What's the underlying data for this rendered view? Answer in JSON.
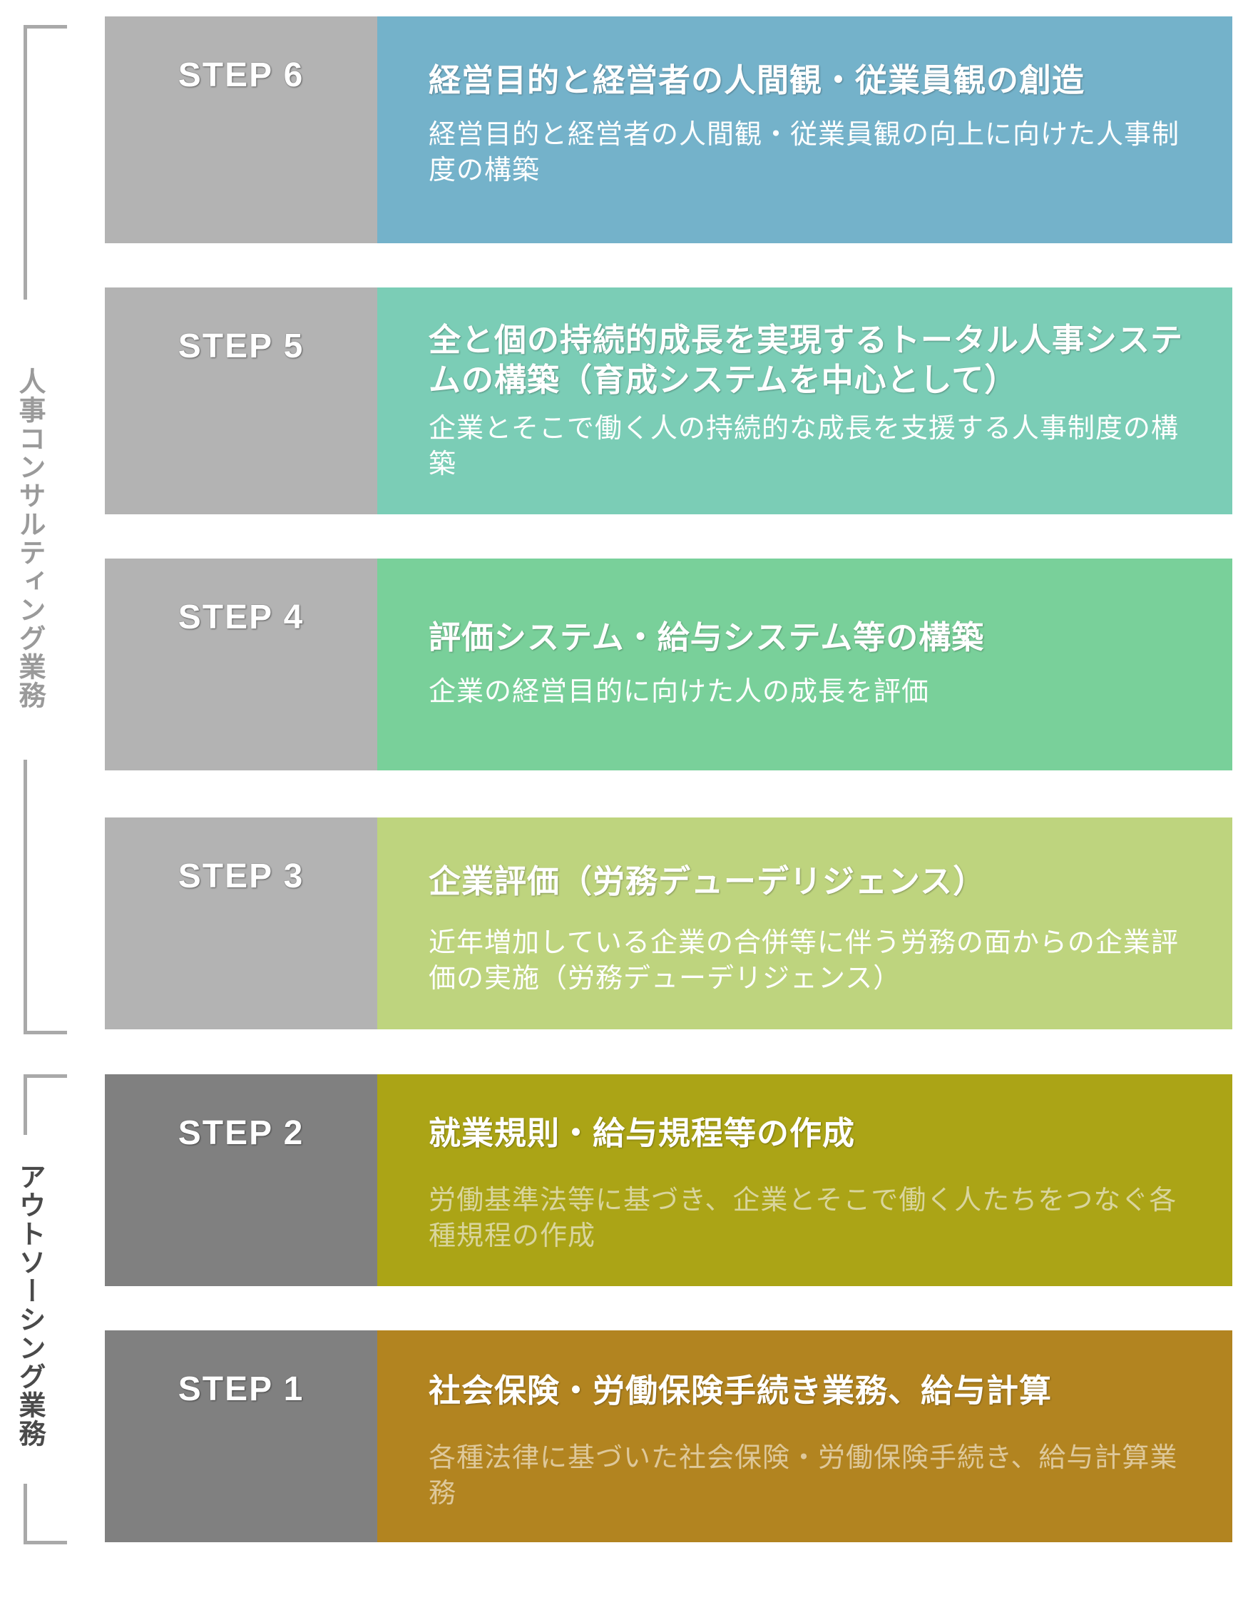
{
  "categories": [
    {
      "label": "人事コンサルティング業務"
    },
    {
      "label": "アウトソーシング業務"
    }
  ],
  "steps": [
    {
      "label": "STEP 6",
      "title": "経営目的と経営者の人間観・従業員観の創造",
      "description": "経営目的と経営者の人間観・従業員観の向上に向けた人事制度の構築",
      "label_bg": "#b3b3b3",
      "content_bg": "#74b2ca",
      "desc_color": "#ffffff"
    },
    {
      "label": "STEP 5",
      "title": "全と個の持続的成長を実現するトータル人事システムの構築（育成システムを中心として）",
      "description": "企業とそこで働く人の持続的な成長を支援する人事制度の構築",
      "label_bg": "#b3b3b3",
      "content_bg": "#7bcdb6",
      "desc_color": "#ffffff"
    },
    {
      "label": "STEP 4",
      "title": "評価システム・給与システム等の構築",
      "description": "企業の経営目的に向けた人の成長を評価",
      "label_bg": "#b3b3b3",
      "content_bg": "#79d09a",
      "desc_color": "#ffffff"
    },
    {
      "label": "STEP 3",
      "title": "企業評価（労務デューデリジェンス）",
      "description": "近年増加している企業の合併等に伴う労務の面からの企業評価の実施（労務デューデリジェンス）",
      "label_bg": "#b3b3b3",
      "content_bg": "#bed47e",
      "desc_color": "#ffffff"
    },
    {
      "label": "STEP 2",
      "title": "就業規則・給与規程等の作成",
      "description": "労働基準法等に基づき、企業とそこで働く人たちをつなぐ各種規程の作成",
      "label_bg": "#808080",
      "content_bg": "#aba416",
      "desc_color": "#d9d59d"
    },
    {
      "label": "STEP 1",
      "title": "社会保険・労働保険手続き業務、給与計算",
      "description": "各種法律に基づいた社会保険・労働保険手続き、給与計算業務",
      "label_bg": "#808080",
      "content_bg": "#b28420",
      "desc_color": "#dec89a"
    }
  ]
}
